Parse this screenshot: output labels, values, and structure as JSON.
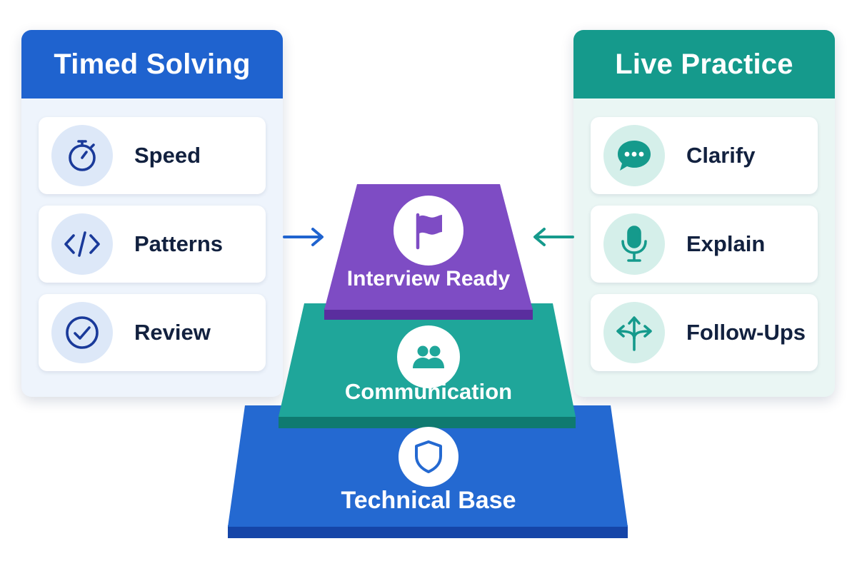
{
  "left_panel": {
    "title": "Timed Solving",
    "items": [
      {
        "label": "Speed",
        "icon": "stopwatch-icon"
      },
      {
        "label": "Patterns",
        "icon": "code-icon"
      },
      {
        "label": "Review",
        "icon": "check-circle-icon"
      }
    ],
    "color": "#1f63cf"
  },
  "right_panel": {
    "title": "Live Practice",
    "items": [
      {
        "label": "Clarify",
        "icon": "chat-bubble-icon"
      },
      {
        "label": "Explain",
        "icon": "microphone-icon"
      },
      {
        "label": "Follow-Ups",
        "icon": "branching-arrows-icon"
      }
    ],
    "color": "#159a8c"
  },
  "pyramid": {
    "top": {
      "label": "Interview Ready",
      "icon": "flag-icon",
      "color": "#7e4cc4"
    },
    "middle": {
      "label": "Communication",
      "icon": "people-icon",
      "color": "#1fa69a"
    },
    "base": {
      "label": "Technical Base",
      "icon": "shield-icon",
      "color": "#2469d1"
    }
  }
}
